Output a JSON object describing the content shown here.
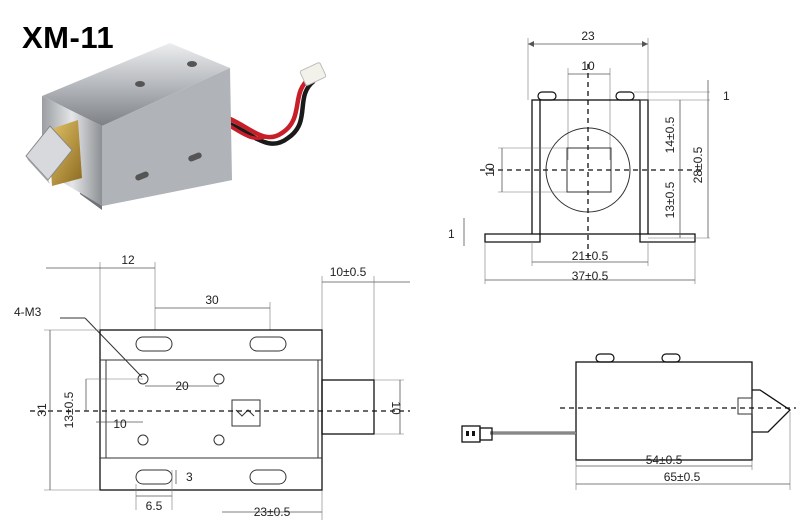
{
  "title": "XM-11",
  "photo": {
    "icon": "solenoid-lock-photo",
    "colors": {
      "body": "#c9ccd1",
      "bolt": "#b9953a",
      "wire_red": "#c81e28",
      "wire_black": "#1a1a1a",
      "connector": "#f2f2ea"
    }
  },
  "front_view": {
    "dim_width_top": "23",
    "dim_square": "10",
    "dim_screw_head": "1",
    "dim_upper": "14±0.5",
    "dim_lower": "13±0.5",
    "dim_height": "28±0.5",
    "dim_left_square": "10",
    "dim_flange": "1",
    "dim_inner_width": "21±0.5",
    "dim_outer_width": "37±0.5"
  },
  "top_view": {
    "dim_12": "12",
    "dim_30": "30",
    "screws_label": "4-M3",
    "dim_20": "20",
    "dim_plunger_length": "10±0.5",
    "dim_31": "31",
    "dim_13": "13±0.5",
    "dim_10_left": "10",
    "dim_plunger_height": "10",
    "dim_slot": "3",
    "dim_6_5": "6.5",
    "dim_23": "23±0.5"
  },
  "side_view": {
    "dim_body": "54±0.5",
    "dim_overall": "65±0.5"
  }
}
